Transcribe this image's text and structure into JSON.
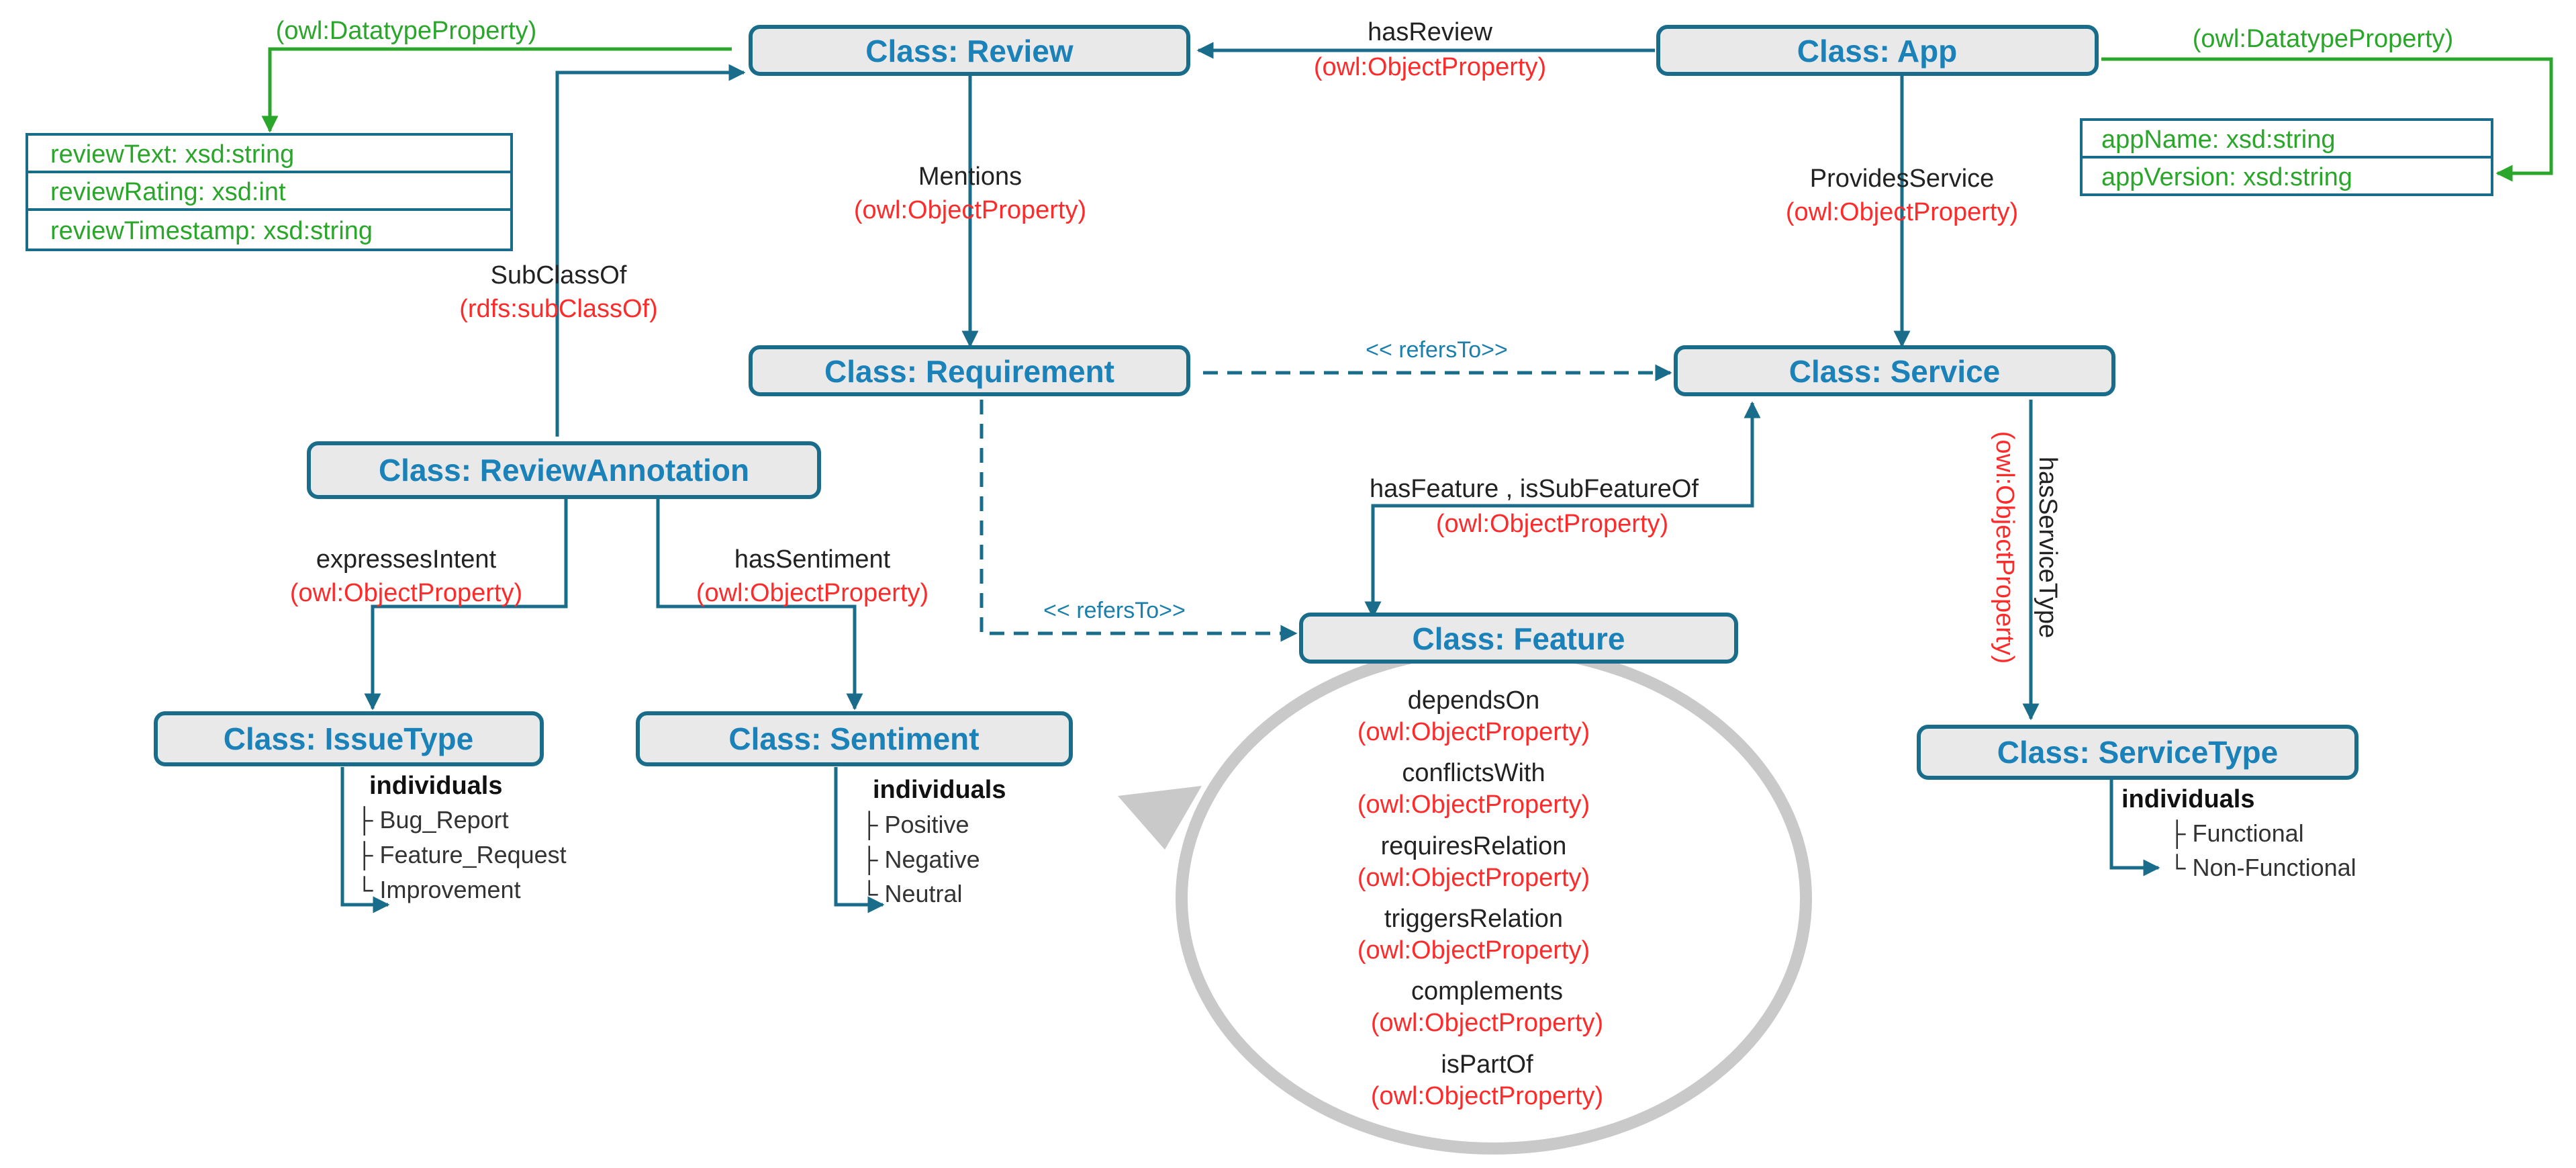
{
  "classes": {
    "review": "Class: Review",
    "app": "Class: App",
    "requirement": "Class: Requirement",
    "service": "Class: Service",
    "review_annotation": "Class: ReviewAnnotation",
    "feature": "Class: Feature",
    "issue_type": "Class: IssueType",
    "sentiment": "Class: Sentiment",
    "service_type": "Class: ServiceType"
  },
  "relations": {
    "has_review": {
      "name": "hasReview",
      "type": "(owl:ObjectProperty)"
    },
    "mentions": {
      "name": "Mentions",
      "type": "(owl:ObjectProperty)"
    },
    "provides_service": {
      "name": "ProvidesService",
      "type": "(owl:ObjectProperty)"
    },
    "subclass_of": {
      "name": "SubClassOf",
      "type": "(rdfs:subClassOf)"
    },
    "refers_to_service": "<< refersTo>>",
    "refers_to_feature": "<< refersTo>>",
    "has_feature": {
      "name": "hasFeature , isSubFeatureOf",
      "type": "(owl:ObjectProperty)"
    },
    "expresses_intent": {
      "name": "expressesIntent",
      "type": "(owl:ObjectProperty)"
    },
    "has_sentiment": {
      "name": "hasSentiment",
      "type": "(owl:ObjectProperty)"
    },
    "has_service_type": {
      "name": "hasServiceType",
      "type": "(owl:ObjectProperty)"
    }
  },
  "feature_self_relations": [
    {
      "name": "dependsOn",
      "type": "(owl:ObjectProperty)"
    },
    {
      "name": "conflictsWith",
      "type": "(owl:ObjectProperty)"
    },
    {
      "name": "requiresRelation",
      "type": "(owl:ObjectProperty)"
    },
    {
      "name": "triggersRelation",
      "type": "(owl:ObjectProperty)"
    },
    {
      "name": "complements",
      "type": "(owl:ObjectProperty)"
    },
    {
      "name": "isPartOf",
      "type": "(owl:ObjectProperty)"
    }
  ],
  "datatype_label_review": "(owl:DatatypeProperty)",
  "datatype_label_app": "(owl:DatatypeProperty)",
  "review_attributes": [
    "reviewText: xsd:string",
    "reviewRating: xsd:int",
    "reviewTimestamp: xsd:string"
  ],
  "app_attributes": [
    "appName: xsd:string",
    "appVersion: xsd:string"
  ],
  "individuals": {
    "title": "individuals",
    "issue_type": [
      "├ Bug_Report",
      "├ Feature_Request",
      "└ Improvement"
    ],
    "sentiment": [
      "├ Positive",
      "├ Negative",
      "└ Neutral"
    ],
    "service_type": [
      "├ Functional",
      "└ Non-Functional"
    ]
  },
  "colors": {
    "class_border": "#1a6d8a",
    "class_text": "#1a82b8",
    "object_property": "#ff2a2a",
    "datatype_property": "#2aa62a",
    "refers_to": "#1a7faa"
  }
}
